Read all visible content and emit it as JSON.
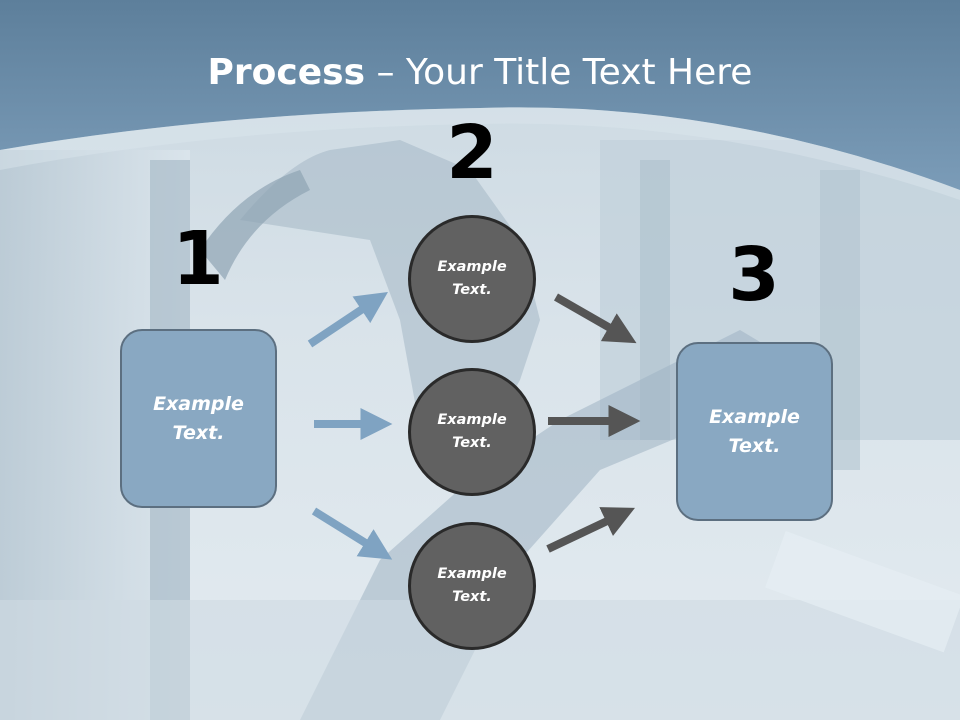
{
  "title": {
    "bold": "Process",
    "rest": " – Your Title Text Here"
  },
  "steps": [
    {
      "number": "1",
      "label": "Example\nText."
    },
    {
      "number": "2",
      "items": [
        "Example\nText.",
        "Example\nText.",
        "Example\nText."
      ]
    },
    {
      "number": "3",
      "label": "Example\nText."
    }
  ],
  "colors": {
    "header": "#6b8faf",
    "box_fill": "#89a8c2",
    "circle_fill": "#616161",
    "arrow_blue": "#7fa3c2",
    "arrow_dark": "#555555"
  }
}
